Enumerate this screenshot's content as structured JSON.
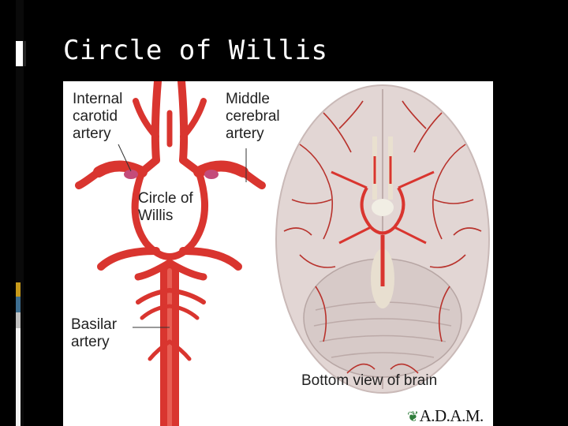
{
  "slide": {
    "title": "Circle of Willis"
  },
  "figure": {
    "labels": {
      "internal_carotid": "Internal\ncarotid\nartery",
      "middle_cerebral": "Middle\ncerebral\nartery",
      "circle_of_willis": "Circle of\nWillis",
      "basilar": "Basilar\nartery",
      "bottom_view": "Bottom view of brain"
    },
    "logo": "A.D.A.M.",
    "colors": {
      "artery": "#d9352f",
      "artery_highlight": "#f27a6e",
      "brain": "#e2d6d4",
      "vessel": "#b8322c"
    }
  }
}
